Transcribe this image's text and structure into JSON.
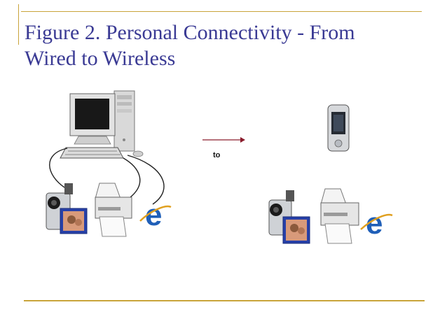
{
  "slide": {
    "title_line1": "Figure 2. Personal Connectivity - From",
    "title_line2": "Wired to Wireless",
    "arrow_label": "to"
  },
  "icons": {
    "wired": [
      "desktop-computer-icon",
      "camcorder-icon",
      "printer-icon",
      "internet-explorer-icon"
    ],
    "wireless": [
      "pda-icon",
      "camcorder-icon",
      "printer-icon",
      "internet-explorer-icon"
    ]
  },
  "colors": {
    "title": "#3a3a94",
    "accent_rule": "#c9a43a",
    "arrow": "#8a1c2c",
    "ie_blue": "#1f5fb8"
  }
}
